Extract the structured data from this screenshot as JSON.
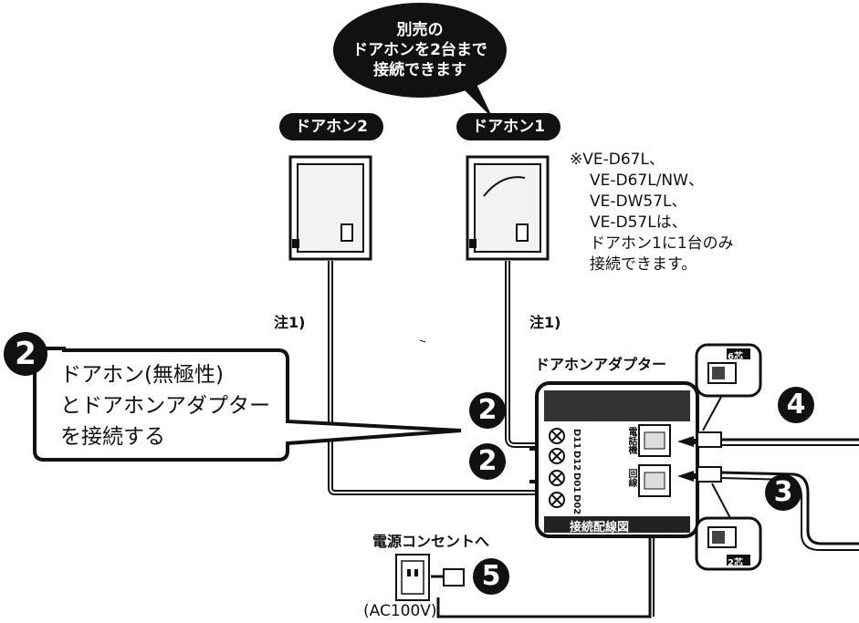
{
  "bubble": {
    "lines": [
      "別売の",
      "ドアホンを2台まで",
      "接続できます"
    ]
  },
  "doorphones": [
    {
      "label": "ドアホン2"
    },
    {
      "label": "ドアホン1"
    }
  ],
  "note": {
    "lines": [
      "※VE-D67L、",
      "VE-D67L/NW、",
      "VE-DW57L、",
      "VE-D57Lは、",
      "ドアホン1に1台のみ",
      "接続できます。"
    ]
  },
  "wire_notes": [
    "注1)",
    "注1)"
  ],
  "step2": {
    "number": "2",
    "lines": [
      "ドアホン(無極性)",
      "とドアホンアダプター",
      "を接続する"
    ]
  },
  "adapter": {
    "label": "ドアホンアダプター",
    "terminals": [
      "D11",
      "D12",
      "D01",
      "D02"
    ],
    "jack_labels": [
      "電話機",
      "回線"
    ],
    "bottom_label": "接続配線図"
  },
  "plugs": [
    {
      "tag": "6芯"
    },
    {
      "tag": "2芯"
    }
  ],
  "markers": [
    "2",
    "2",
    "3",
    "4",
    "5"
  ],
  "outlet": {
    "heading": "電源コンセントへ",
    "voltage": "(AC100V)"
  }
}
